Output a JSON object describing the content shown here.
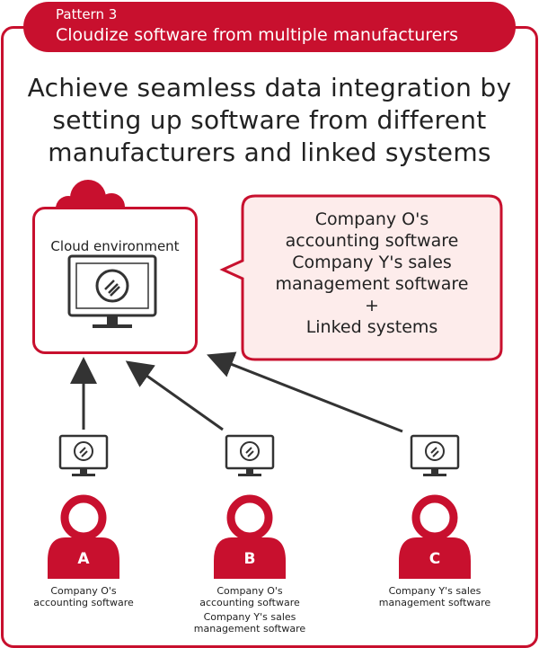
{
  "pattern": {
    "label": "Pattern 3",
    "title": "Cloudize software from multiple manufacturers"
  },
  "headline": {
    "line1": "Achieve seamless data integration by",
    "line2": "setting up software from different",
    "line3": "manufacturers and linked systems"
  },
  "cloud": {
    "label": "Cloud environment"
  },
  "bubble": {
    "line1": "Company O's",
    "line2": "accounting software",
    "line3": "Company Y's sales",
    "line4": "management software",
    "line5": "+",
    "line6": "Linked systems"
  },
  "users": [
    {
      "badge": "A",
      "captions": [
        "Company O's",
        "accounting software"
      ]
    },
    {
      "badge": "B",
      "captions": [
        "Company O's",
        "accounting software",
        "Company Y's sales",
        "management software"
      ]
    },
    {
      "badge": "C",
      "captions": [
        "Company Y's sales",
        "management software"
      ]
    }
  ],
  "colors": {
    "accent": "#c8102e",
    "bubble_fill": "#fdeceb",
    "arrow": "#333333"
  },
  "icons": [
    "cloud-icon",
    "monitor-icon",
    "person-icon",
    "arrow-icon"
  ]
}
